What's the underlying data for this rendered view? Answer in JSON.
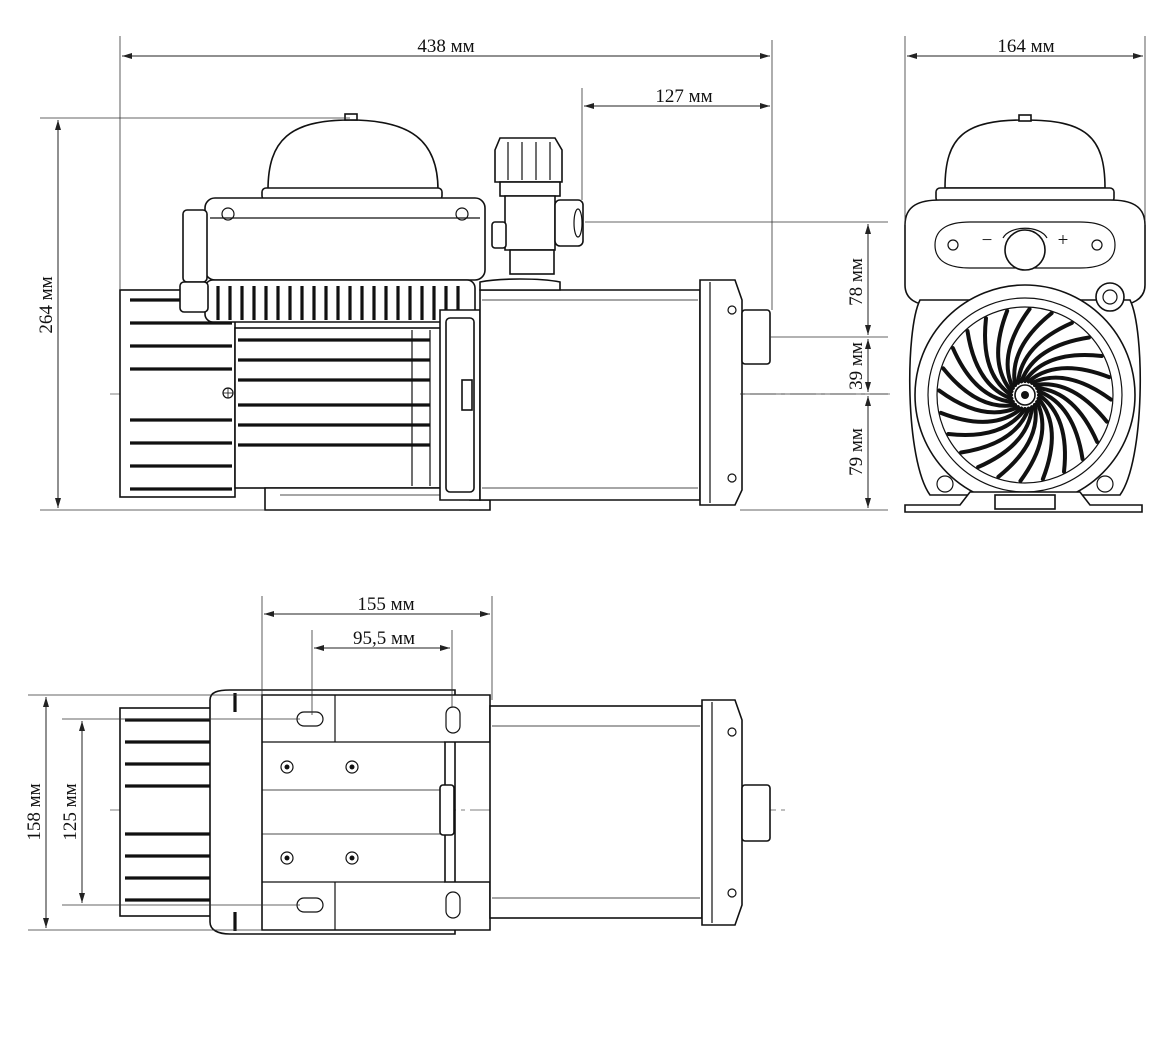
{
  "dimensions": {
    "overall_length": "438 мм",
    "outlet_offset": "127 мм",
    "side_width": "164 мм",
    "total_height": "264 мм",
    "upper_height": "78 мм",
    "mid_height": "39 мм",
    "lower_height": "79 мм",
    "base_length": "155 мм",
    "hole_spacing_length": "95,5 мм",
    "base_width": "158 мм",
    "hole_spacing_width": "125 мм"
  },
  "control_panel": {
    "minus": "−",
    "plus": "+"
  },
  "colors": {
    "line": "#111111",
    "background": "#ffffff"
  }
}
